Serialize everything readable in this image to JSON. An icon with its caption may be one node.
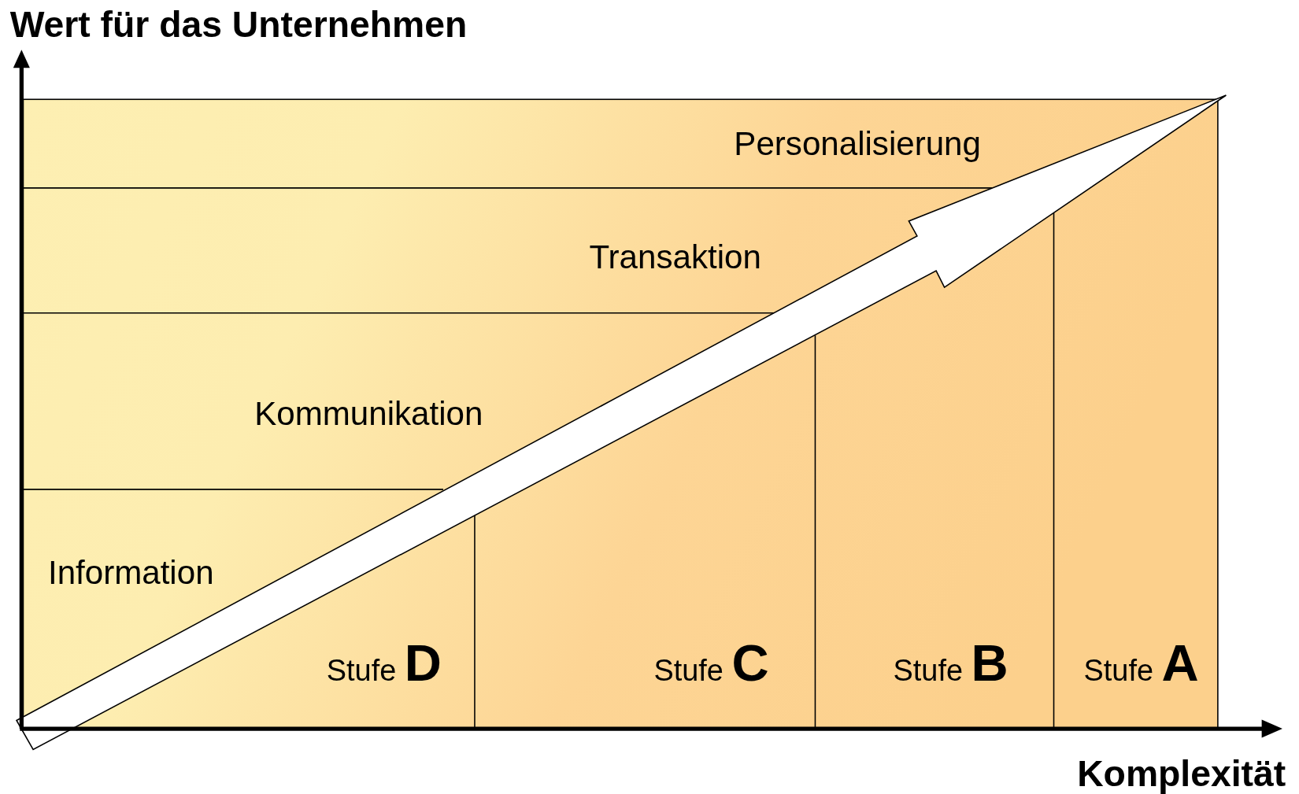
{
  "diagram": {
    "nodes": [
      {
        "text": [
          "Personalisierung"
        ]
      },
      {
        "text": [
          "Transaktion"
        ]
      },
      {
        "text": [
          "Kommunikation"
        ]
      },
      {
        "text": [
          "Information"
        ]
      },
      {
        "text": [
          "Stufe **D**"
        ]
      },
      {
        "text": [
          "Stufe **C**"
        ]
      },
      {
        "text": [
          "Stufe **B**"
        ]
      },
      {
        "text": [
          "Stufe **A**"
        ]
      }
    ],
    "labels": [
      "Wert für das Unternehmen",
      "Komplexität"
    ]
  }
}
